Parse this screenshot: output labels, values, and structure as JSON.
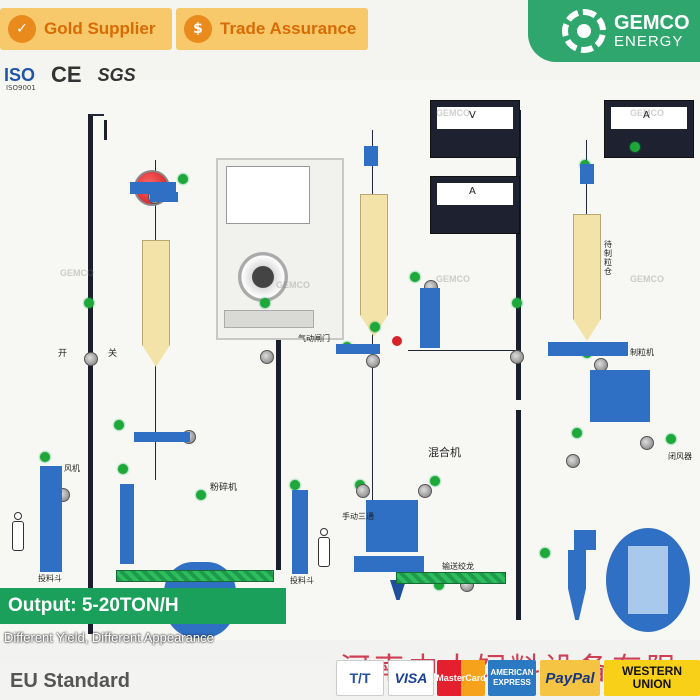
{
  "header": {
    "gold_supplier": "Gold Supplier",
    "trade_assurance": "Trade Assurance",
    "brand_name": "GEMCO",
    "brand_sub": "ENERGY"
  },
  "certifications": {
    "iso": "ISO",
    "iso_sub": "ISO9001",
    "ce": "CE",
    "sgs": "SGS"
  },
  "panel": {
    "watermark": "GEMCO",
    "label_mixer": "混合机",
    "label_crusher": "粉碎机",
    "label_conveyor": "输送绞龙",
    "label_three_way": "手动三通",
    "label_pneumatic_gate": "气动闸门",
    "label_feed_bin": "投料斗",
    "label_fan_left": "风机",
    "label_fan_right": "闭风器",
    "label_pellet": "制粒机",
    "label_pellet_bin": "待制粒仓",
    "label_open": "开",
    "label_close": "关",
    "meter_v": "V",
    "meter_a": "A"
  },
  "output_banner": "Output: 5-20TON/H",
  "yield_text": "Different Yield, Different Appearance",
  "chinese_text": "河南中大饲料设备有限",
  "eu_standard": "EU Standard",
  "payments": {
    "tt": "T/T",
    "visa": "VISA",
    "mastercard": "MasterCard",
    "amex": "AMERICAN EXPRESS",
    "paypal": "PayPal",
    "western_union": "WESTERN UNION"
  },
  "colors": {
    "brand_green": "#2ea66d",
    "badge_orange": "#f7c96a",
    "output_green": "#1aa05a",
    "equipment_blue": "#2f6fc4"
  }
}
